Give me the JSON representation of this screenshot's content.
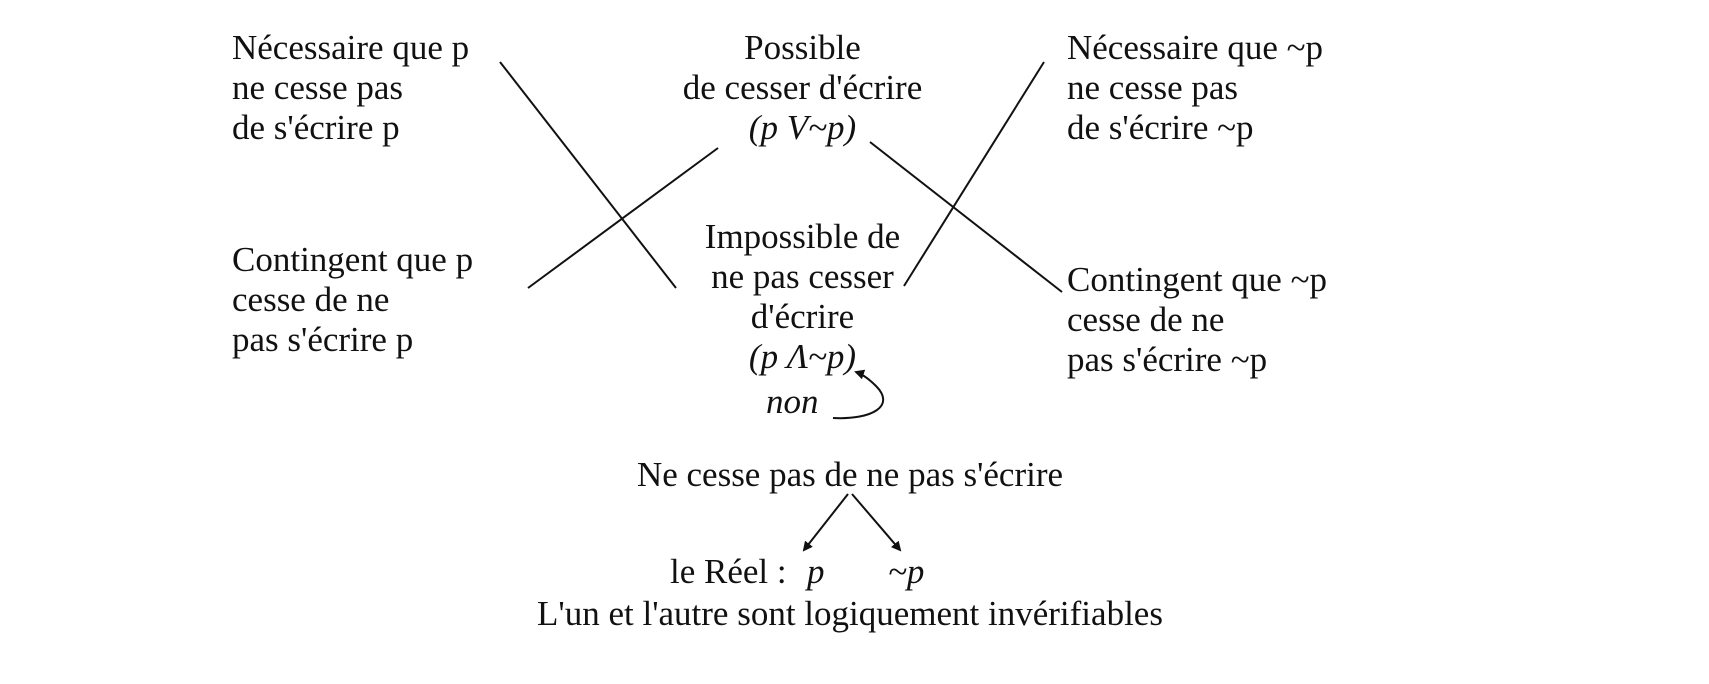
{
  "top_left": [
    "Nécessaire que p",
    "ne cesse pas",
    "de s'écrire p"
  ],
  "top_center": [
    "Possible",
    "de cesser d'écrire",
    "(p V~p)"
  ],
  "top_right": [
    "Nécessaire que ~p",
    "ne cesse pas",
    "de s'écrire ~p"
  ],
  "mid_left": [
    "Contingent que p",
    "cesse de ne",
    "pas s'écrire p"
  ],
  "mid_center": [
    "Impossible de",
    "ne pas cesser",
    "d'écrire",
    "(p Λ~p)"
  ],
  "non_label": "non",
  "mid_right": [
    "Contingent que ~p",
    "cesse de ne",
    "pas s'écrire ~p"
  ],
  "bottom": {
    "title": "Ne cesse pas de ne pas s'écrire",
    "reel_label": "le Réel :",
    "p": "p",
    "not_p": "~p",
    "note": "L'un et l'autre sont logiquement invérifiables"
  }
}
